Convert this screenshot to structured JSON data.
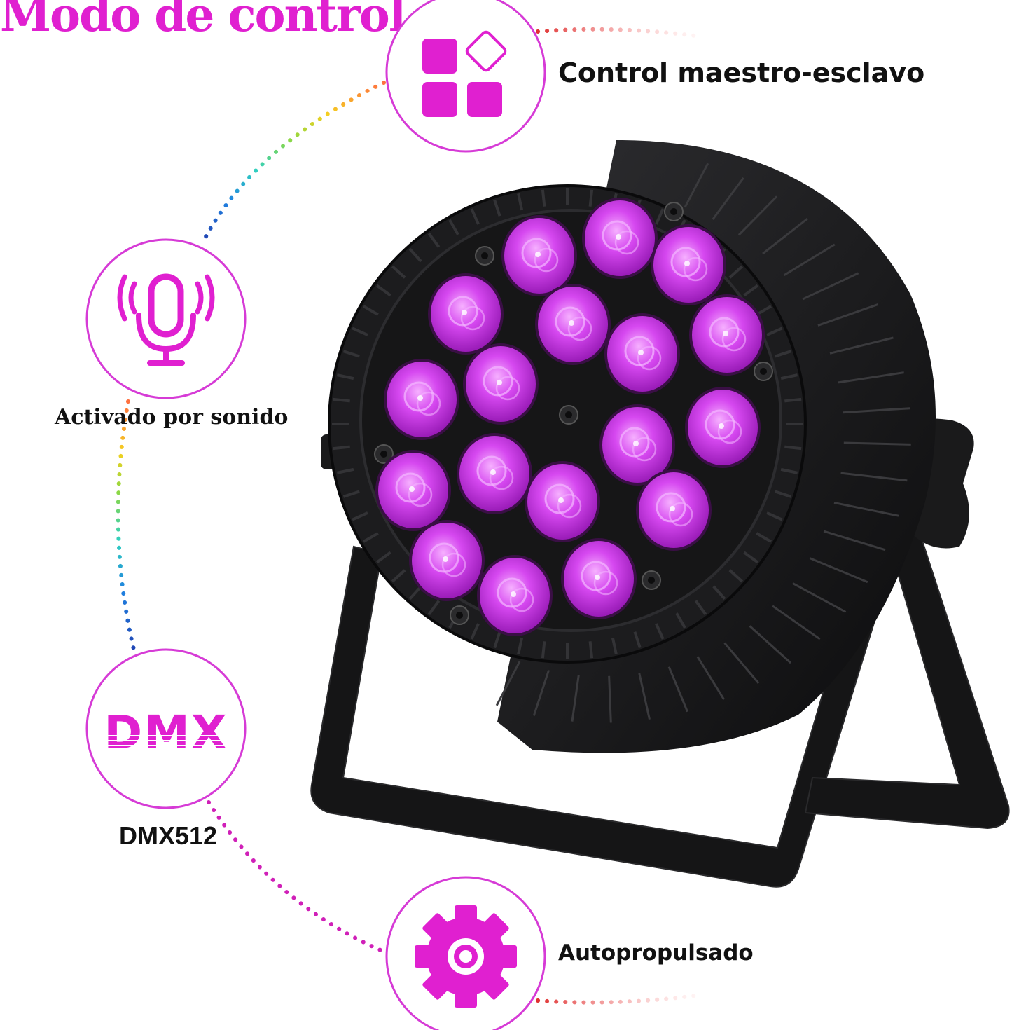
{
  "title": "Modo de control",
  "features": [
    {
      "label": "Control maestro-esclavo",
      "icon": "master-slave-blocks-icon"
    },
    {
      "label": "Activado por sonido",
      "icon": "microphone-sound-icon"
    },
    {
      "label": "DMX512",
      "icon": "dmx-icon",
      "icon_text": "DMX"
    },
    {
      "label": "Autopropulsado",
      "icon": "gear-icon"
    }
  ],
  "colors": {
    "accent": "#e020d0",
    "led": "#d648f0",
    "fixture_body": "#1c1c1e",
    "label_text": "#111111"
  }
}
